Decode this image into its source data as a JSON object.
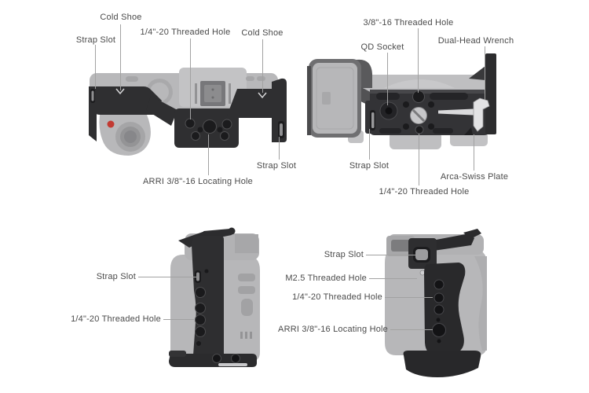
{
  "diagram": {
    "type": "camera-cage-feature-callouts",
    "colors": {
      "background": "#ffffff",
      "cage_black": "#2e2e30",
      "camera_gray": "#b7b7b9",
      "label_text": "#4a4a4a",
      "leader_line": "#a2a2a2",
      "record_button_red": "#c23a32",
      "wrench_silver": "#e2e2e4"
    }
  },
  "annotations": {
    "top_view": [
      {
        "id": "strap-slot-left",
        "text": "Strap Slot"
      },
      {
        "id": "cold-shoe-left",
        "text": "Cold Shoe"
      },
      {
        "id": "quarter-20-threaded-hole",
        "text": "1/4\"-20 Threaded Hole"
      },
      {
        "id": "cold-shoe-right",
        "text": "Cold Shoe"
      },
      {
        "id": "arri-locating-hole",
        "text": "ARRI 3/8\"-16 Locating Hole"
      },
      {
        "id": "strap-slot-right",
        "text": "Strap Slot"
      }
    ],
    "bottom_view": [
      {
        "id": "three-eighths-16-threaded-hole",
        "text": "3/8\"-16 Threaded Hole"
      },
      {
        "id": "qd-socket",
        "text": "QD Socket"
      },
      {
        "id": "dual-head-wrench",
        "text": "Dual-Head Wrench"
      },
      {
        "id": "strap-slot",
        "text": "Strap Slot"
      },
      {
        "id": "arca-swiss-plate",
        "text": "Arca-Swiss Plate"
      },
      {
        "id": "quarter-20-threaded-hole",
        "text": "1/4\"-20 Threaded Hole"
      }
    ],
    "left_side_view": [
      {
        "id": "strap-slot",
        "text": "Strap Slot"
      },
      {
        "id": "quarter-20-threaded-hole",
        "text": "1/4\"-20 Threaded Hole"
      }
    ],
    "right_side_view": [
      {
        "id": "strap-slot",
        "text": "Strap Slot"
      },
      {
        "id": "m2-5-threaded-hole",
        "text": "M2.5 Threaded Hole"
      },
      {
        "id": "quarter-20-threaded-hole",
        "text": "1/4\"-20 Threaded Hole"
      },
      {
        "id": "arri-locating-hole",
        "text": "ARRI 3/8\"-16 Locating Hole"
      }
    ]
  }
}
